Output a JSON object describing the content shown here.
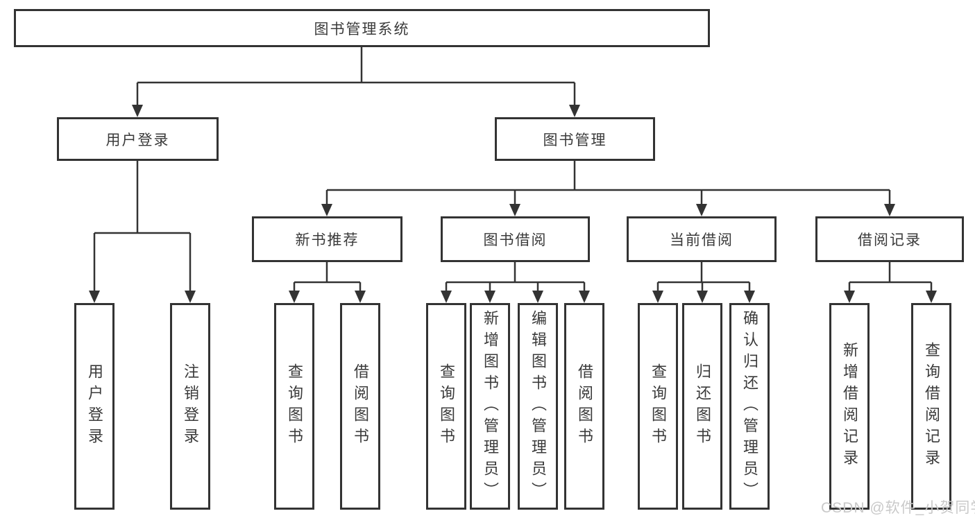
{
  "diagram": {
    "tree": {
      "label": "图书管理系统",
      "children": [
        {
          "label": "用户登录",
          "children": [
            {
              "label": "用户登录"
            },
            {
              "label": "注销登录"
            }
          ]
        },
        {
          "label": "图书管理",
          "children": [
            {
              "label": "新书推荐",
              "children": [
                {
                  "label": "查询图书"
                },
                {
                  "label": "借阅图书"
                }
              ]
            },
            {
              "label": "图书借阅",
              "children": [
                {
                  "label": "查询图书"
                },
                {
                  "label": "新增图书（管理员）"
                },
                {
                  "label": "编辑图书（管理员）"
                },
                {
                  "label": "借阅图书"
                }
              ]
            },
            {
              "label": "当前借阅",
              "children": [
                {
                  "label": "查询图书"
                },
                {
                  "label": "归还图书"
                },
                {
                  "label": "确认归还（管理员）"
                }
              ]
            },
            {
              "label": "借阅记录",
              "children": [
                {
                  "label": "新增借阅记录"
                },
                {
                  "label": "查询借阅记录"
                }
              ]
            }
          ]
        }
      ]
    },
    "watermark": {
      "text": "CSDN @软件_小贺同学"
    },
    "colors": {
      "line": "#333333",
      "box_border": "#333333",
      "box_fill": "#ffffff",
      "text": "#3a3a3a",
      "watermark": "#c9c9c9"
    }
  }
}
